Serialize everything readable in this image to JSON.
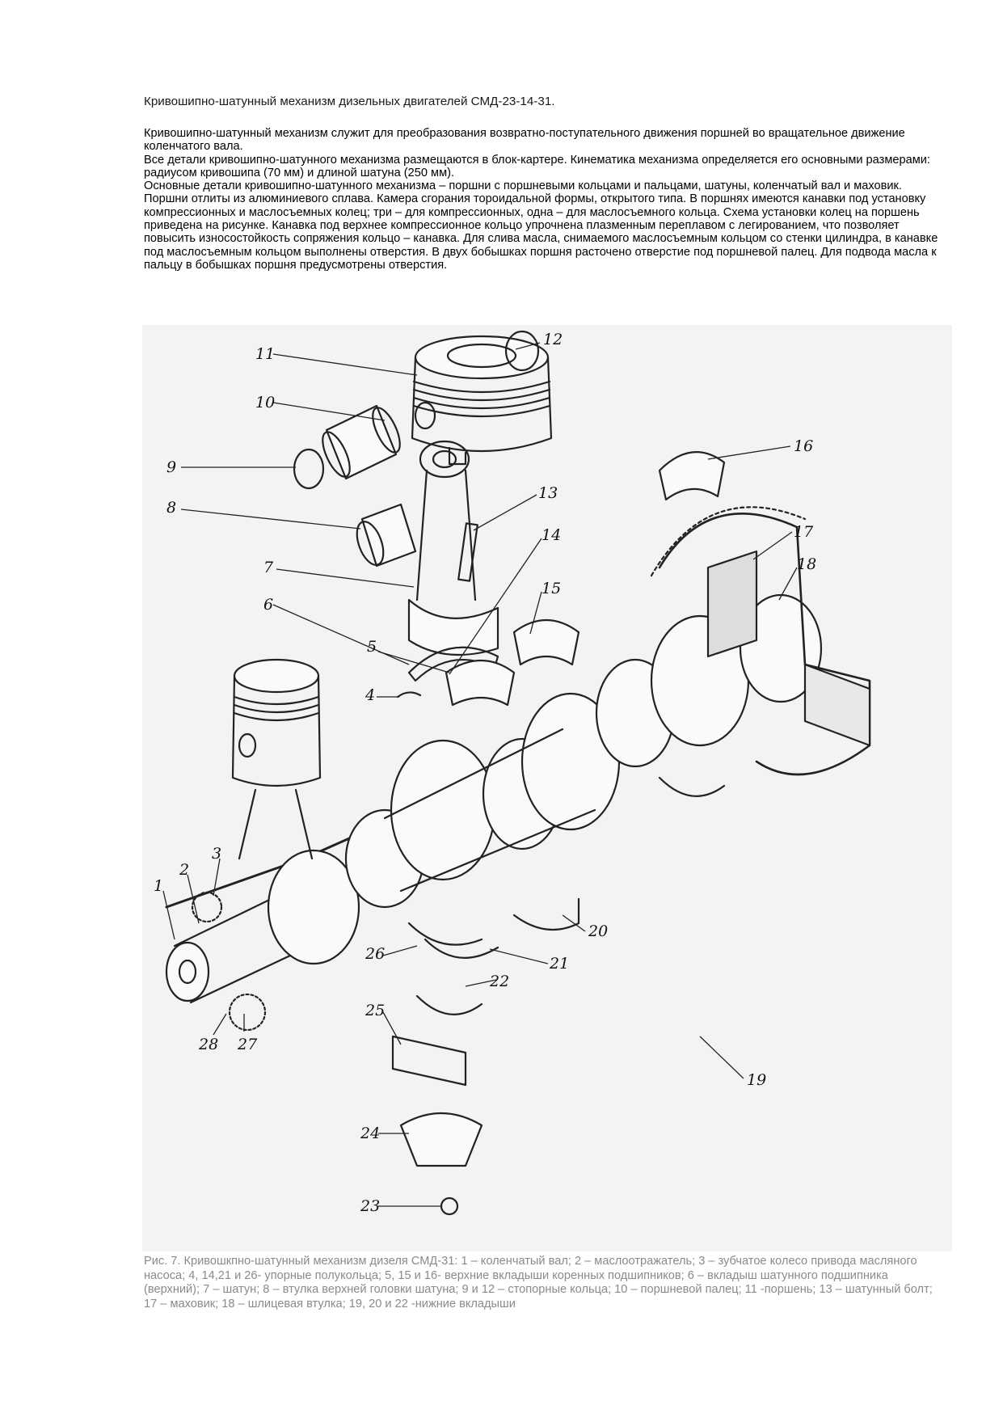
{
  "document": {
    "title": "Кривошипно-шатунный механизм дизельных двигателей  СМД-23-14-31.",
    "paragraphs": [
      "Кривошипно-шатунный механизм служит для преобразования возвратно-поступательного движения поршней во вращательное движение коленчатого вала.",
      "Все детали кривошипно-шатунного механизма размещаются в блок-картере. Кинематика механизма определяется его основными размерами: радиусом кривошипа (70 мм) и длиной шатуна (250 мм).",
      "Основные детали кривошипно-шатунного механизма – поршни с поршневыми кольцами и пальцами, шатуны, коленчатый вал и маховик.",
      "Поршни отлиты из алюминиевого сплава. Камера сгорания тороидальной формы, открытого типа. В поршнях имеются канавки под установку компрессионных и маслосъемных колец; три – для компрессионных, одна – для маслосъемного кольца. Схема установки колец на поршень приведена на рисунке. Канавка под верхнее компрессионное кольцо упрочнена плазменным переплавом с легированием, что позволяет повысить износостойкость сопряжения кольцо – канавка. Для слива масла, снимаемого маслосъемным кольцом со стенки цилиндра, в канавке под маслосъемным кольцом выполнены отверстия. В двух бобышках поршня расточено отверстие под поршневой палец. Для подвода масла к пальцу в бобышках поршня предусмотрены отверстия."
    ],
    "caption": "Рис. 7. Кривошкпно-шатунный механизм дизеля СМД-31: 1 – коленчатый вал; 2 – маслоотражатель; 3 – зубчатое колесо привода масляного насоса; 4, 14,21 и 26- упорные полукольца; 5, 15 и 16- верхние вкладыши коренных подшипников; 6 – вкладыш шатунного подшипника (верхний); 7 – шатун; 8 – втулка верхней головки шатуна; 9 и 12 – стопорные кольца; 10 – поршневой палец; 11 -поршень; 13 – шатунный болт; 17 – маховик; 18 – шлицевая втулка; 19, 20 и 22 -нижние вкладыши"
  },
  "figure": {
    "labels": [
      "1",
      "2",
      "3",
      "4",
      "5",
      "6",
      "7",
      "8",
      "9",
      "10",
      "11",
      "12",
      "13",
      "14",
      "15",
      "16",
      "17",
      "18",
      "19",
      "20",
      "21",
      "22",
      "23",
      "24",
      "25",
      "26",
      "27",
      "28"
    ]
  }
}
